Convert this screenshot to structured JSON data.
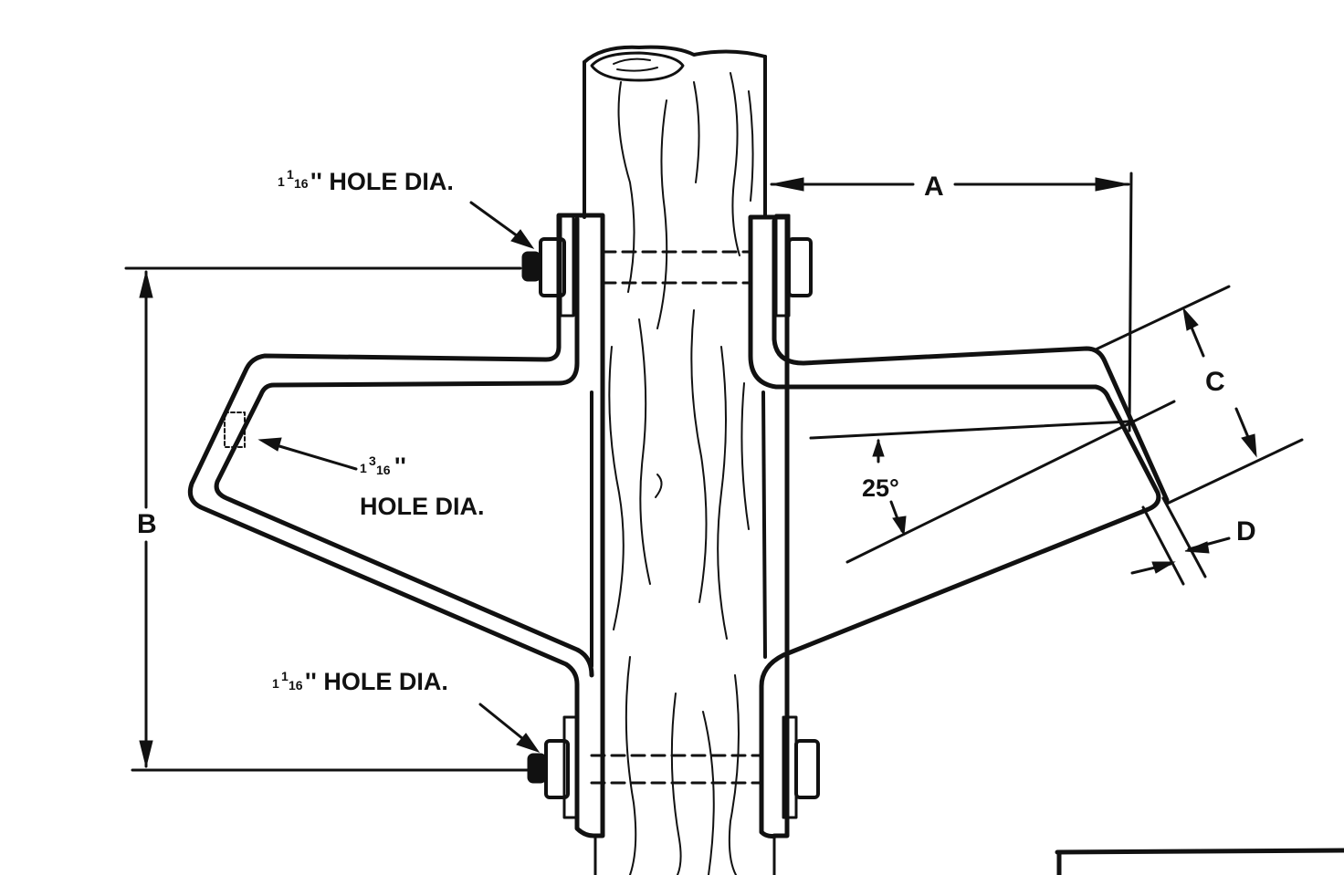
{
  "labels": {
    "top_hole": {
      "whole": "1",
      "num": "1",
      "den": "16",
      "text": "'' HOLE DIA."
    },
    "mid_hole": {
      "whole": "1",
      "num": "3",
      "den": "16",
      "quote": "''",
      "text": "HOLE DIA."
    },
    "bottom_hole": {
      "whole": "1",
      "num": "1",
      "den": "16",
      "text": "'' HOLE DIA."
    },
    "dim_a": "A",
    "dim_b": "B",
    "dim_c": "C",
    "dim_d": "D",
    "angle": "25°"
  },
  "colors": {
    "ink": "#111111",
    "paper": "#ffffff"
  }
}
